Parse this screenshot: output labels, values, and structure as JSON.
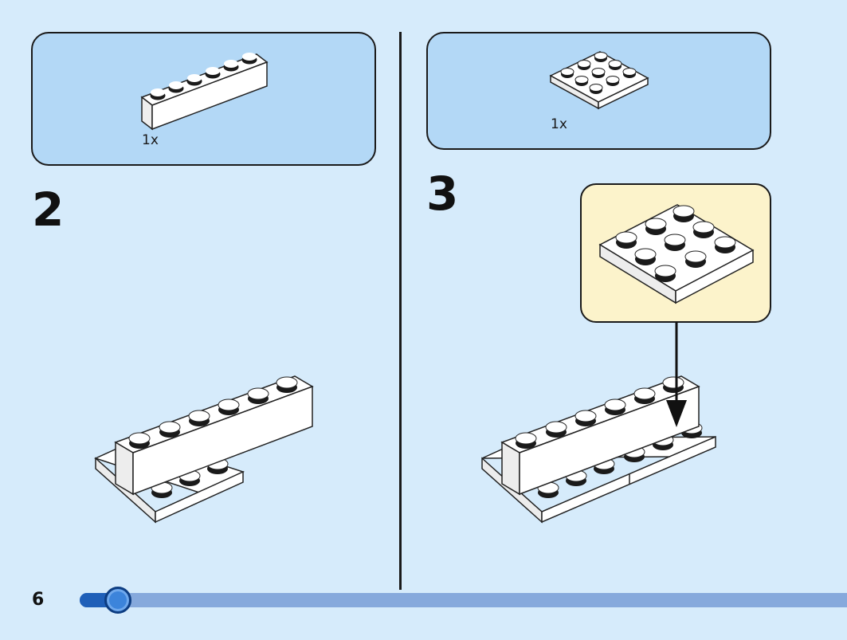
{
  "step_left": {
    "number": "2",
    "part_quantity": "1x",
    "part_icon": "brick-1x6-white"
  },
  "step_right": {
    "number": "3",
    "part_quantity": "1x",
    "part_icon": "plate-3x3-white"
  },
  "footer": {
    "page_number": "6",
    "progress": 0.05
  },
  "colors": {
    "background": "#d6ebfb",
    "parts_box": "#b3d8f6",
    "callout": "#fcf3cb",
    "progress_track": "#86a9dc",
    "progress_fill": "#1f5fb8"
  }
}
